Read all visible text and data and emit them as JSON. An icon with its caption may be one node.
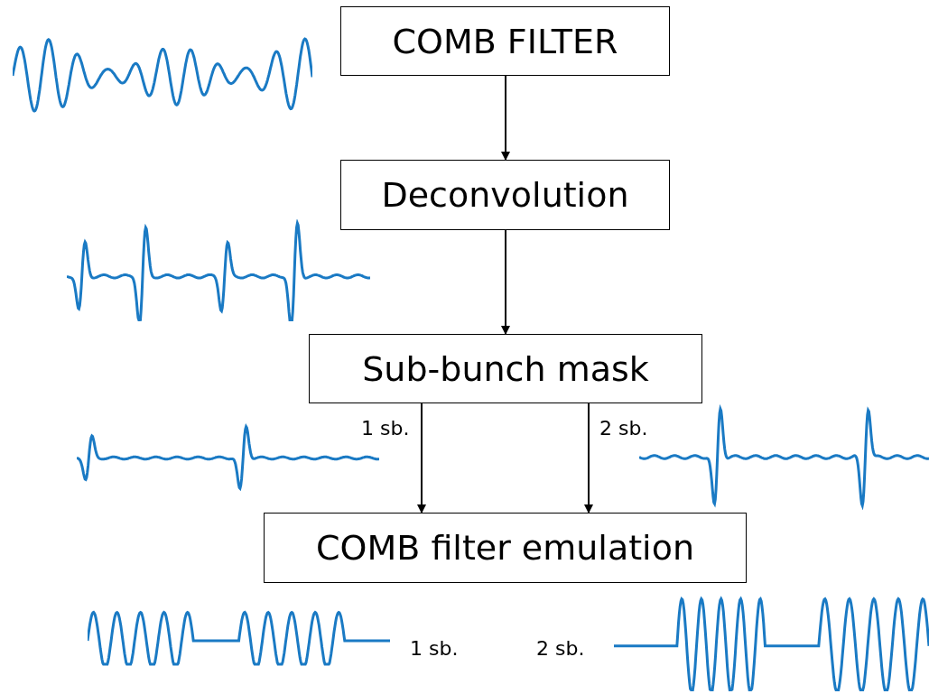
{
  "diagram": {
    "nodes": [
      {
        "text": [
          "COMB FILTER"
        ]
      },
      {
        "text": [],
        "shape": "picture"
      },
      {
        "text": [
          "Deconvolution"
        ]
      },
      {
        "text": [],
        "shape": "picture"
      },
      {
        "text": [
          "Sub-bunch mask"
        ]
      },
      {
        "text": [],
        "shape": "picture"
      },
      {
        "text": [],
        "shape": "picture"
      },
      {
        "text": [
          "COMB filter emulation"
        ]
      },
      {
        "text": [],
        "shape": "picture"
      },
      {
        "text": [],
        "shape": "picture"
      }
    ],
    "edges": [
      {
        "from": 0,
        "to": 2,
        "arrow": "to"
      },
      {
        "from": 2,
        "to": 4,
        "arrow": "to"
      },
      {
        "from": 4,
        "to": 7,
        "arrow": "to",
        "label": "1 sb."
      },
      {
        "from": 4,
        "to": 7,
        "arrow": "to",
        "label": "2 sb."
      }
    ],
    "labels": [
      "1 sb.",
      "2 sb."
    ]
  }
}
